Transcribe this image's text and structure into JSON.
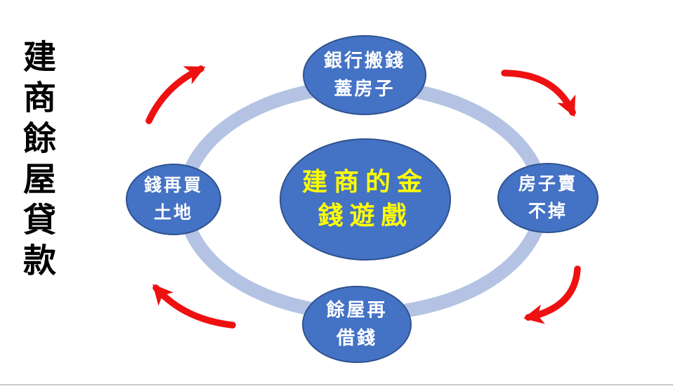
{
  "title": {
    "text": "建商餘屋貸款"
  },
  "diagram": {
    "center_node": {
      "line1": "建商的金",
      "line2": "錢遊戲"
    },
    "nodes": {
      "top": {
        "line1": "銀行搬錢",
        "line2": "蓋房子"
      },
      "right": {
        "line1": "房子賣",
        "line2": "不掉"
      },
      "bottom": {
        "line1": "餘屋再",
        "line2": "借錢"
      },
      "left": {
        "line1": "錢再買",
        "line2": "土地"
      }
    },
    "flow_direction": "clockwise",
    "arrow_names": [
      "left-to-top",
      "top-to-right",
      "right-to-bottom",
      "bottom-to-left"
    ]
  },
  "colors": {
    "node-fill": "#4472C4",
    "node-border": "#2F528F",
    "node-text": "#FFFFFF",
    "center-text": "#FFFF00",
    "ring": "#B4C3E4",
    "arrow": "#EE1111",
    "title-text": "#000000",
    "divider": "#C9C9C9",
    "bg": "#FFFFFF"
  }
}
